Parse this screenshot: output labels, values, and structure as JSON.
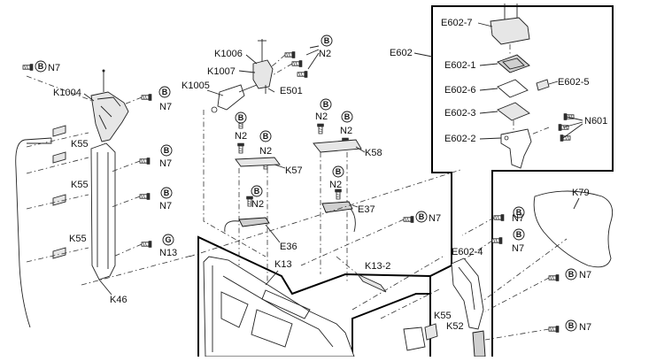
{
  "diagram": {
    "circle_b": "B",
    "circle_g": "G",
    "labels": {
      "n7_tl": "N7",
      "k1004": "K1004",
      "n7_a": "N7",
      "n7_b": "N7",
      "n7_c": "N7",
      "k55_a": "K55",
      "k55_b": "K55",
      "k55_c": "K55",
      "n13": "N13",
      "k46": "K46",
      "k1006": "K1006",
      "k1007": "K1007",
      "k1005": "K1005",
      "n2_top": "N2",
      "e501": "E501",
      "n2_a": "N2",
      "n2_b": "N2",
      "k57": "K57",
      "n2_c": "N2",
      "e36": "E36",
      "k13": "K13",
      "n2_d": "N2",
      "n2_e": "N2",
      "k58": "K58",
      "n2_f": "N2",
      "e37": "E37",
      "n7_mid": "N7",
      "k13_2": "K13-2",
      "k55_d": "K55",
      "k52": "K52",
      "e602": "E602",
      "e602_7": "E602-7",
      "e602_1": "E602-1",
      "e602_6": "E602-6",
      "e602_5": "E602-5",
      "e602_3": "E602-3",
      "e602_2": "E602-2",
      "n601": "N601",
      "k79": "K79",
      "n7_r1": "N7",
      "n7_r2": "N7",
      "e602_4": "E602-4",
      "n7_r3": "N7",
      "n7_r4": "N7"
    }
  }
}
